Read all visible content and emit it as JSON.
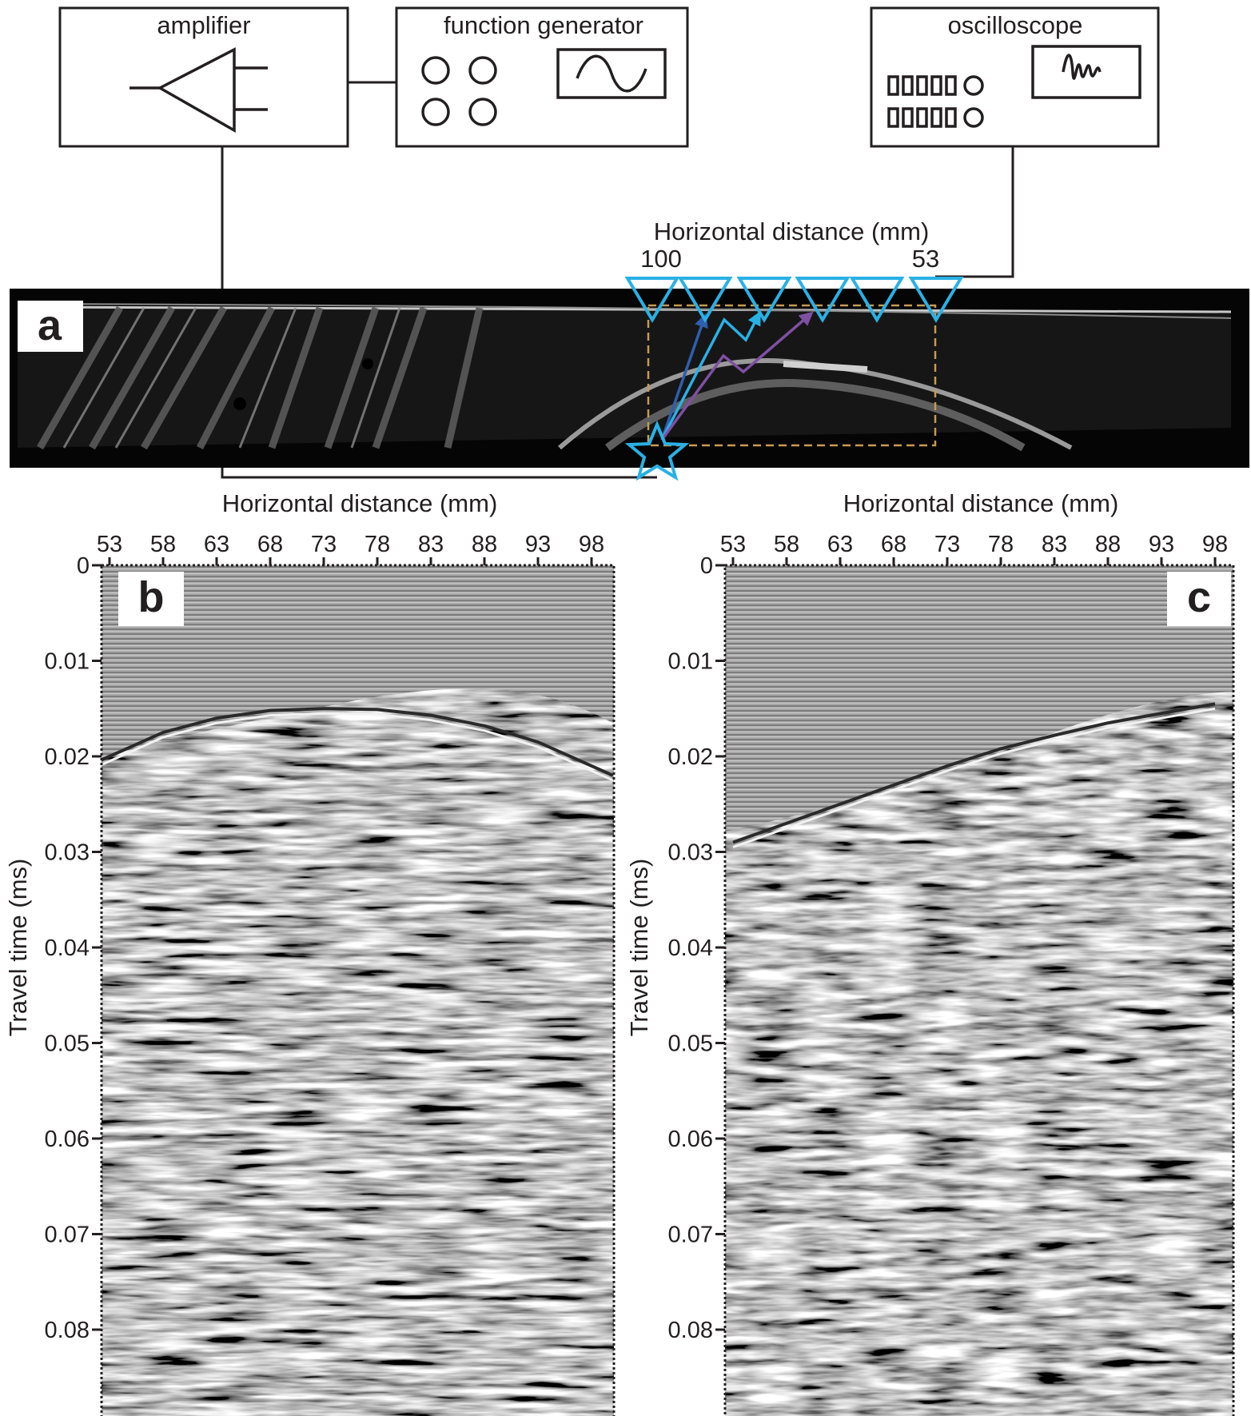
{
  "apparatus": {
    "amplifier_label": "amplifier",
    "function_generator_label": "function generator",
    "oscilloscope_label": "oscilloscope",
    "receiver_axis_title": "Horizontal distance (mm)",
    "receiver_axis_start": "100",
    "receiver_axis_end": "53",
    "receiver_count": 6,
    "icons": {
      "amplifier": "amplifier-icon",
      "function_generator_knobs": "knob-icon",
      "function_generator_screen": "sine-wave-icon",
      "oscilloscope_buttons": "button-icon",
      "oscilloscope_screen": "waveform-icon",
      "receiver": "receiver-triangle-icon",
      "source": "source-star-icon"
    }
  },
  "panel_a": {
    "letter": "a",
    "colors": {
      "receivers": "#29b1e5",
      "ray_dark_blue": "#2e5fae",
      "ray_light_blue": "#29b1e5",
      "ray_purple": "#7e50a2",
      "region_box": "#c79a52"
    }
  },
  "panels": [
    {
      "letter": "b",
      "xlabel": "Horizontal distance (mm)",
      "ylabel": "Travel time (ms)",
      "x_ticks": [
        "53",
        "58",
        "63",
        "68",
        "73",
        "78",
        "83",
        "88",
        "93",
        "98"
      ],
      "y_ticks": [
        "0",
        "0.01",
        "0.02",
        "0.03",
        "0.04",
        "0.05",
        "0.06",
        "0.07",
        "0.08"
      ],
      "event": "hyperbolic diffraction arrival, apex near 73-78 mm at about 0.015 ms"
    },
    {
      "letter": "c",
      "xlabel": "Horizontal distance (mm)",
      "ylabel": "Travel time (ms)",
      "x_ticks": [
        "53",
        "58",
        "63",
        "68",
        "73",
        "78",
        "83",
        "88",
        "93",
        "98"
      ],
      "y_ticks": [
        "0",
        "0.01",
        "0.02",
        "0.03",
        "0.04",
        "0.05",
        "0.06",
        "0.07",
        "0.08"
      ],
      "event": "dipping arrival from about 0.029 ms at 53 mm to about 0.015 ms at 98 mm"
    }
  ],
  "chart_data": [
    {
      "type": "heatmap",
      "panel": "b",
      "xlabel": "Horizontal distance (mm)",
      "ylabel": "Travel time (ms)",
      "xlim": [
        52,
        100
      ],
      "ylim": [
        0,
        0.089
      ],
      "x_ticks": [
        53,
        58,
        63,
        68,
        73,
        78,
        83,
        88,
        93,
        98
      ],
      "y_ticks": [
        0,
        0.01,
        0.02,
        0.03,
        0.04,
        0.05,
        0.06,
        0.07,
        0.08
      ],
      "first_arrival": {
        "x": [
          52,
          58,
          63,
          68,
          73,
          78,
          83,
          88,
          93,
          100
        ],
        "y": [
          0.0205,
          0.0175,
          0.016,
          0.0152,
          0.015,
          0.0151,
          0.0157,
          0.0168,
          0.0185,
          0.022
        ]
      }
    },
    {
      "type": "heatmap",
      "panel": "c",
      "xlabel": "Horizontal distance (mm)",
      "ylabel": "Travel time (ms)",
      "xlim": [
        52,
        100
      ],
      "ylim": [
        0,
        0.089
      ],
      "x_ticks": [
        53,
        58,
        63,
        68,
        73,
        78,
        83,
        88,
        93,
        98
      ],
      "y_ticks": [
        0,
        0.01,
        0.02,
        0.03,
        0.04,
        0.05,
        0.06,
        0.07,
        0.08
      ],
      "first_arrival": {
        "x": [
          53,
          58,
          63,
          68,
          73,
          78,
          83,
          88,
          93,
          98
        ],
        "y": [
          0.029,
          0.027,
          0.025,
          0.023,
          0.021,
          0.0192,
          0.0178,
          0.0165,
          0.0155,
          0.0145
        ]
      }
    }
  ]
}
